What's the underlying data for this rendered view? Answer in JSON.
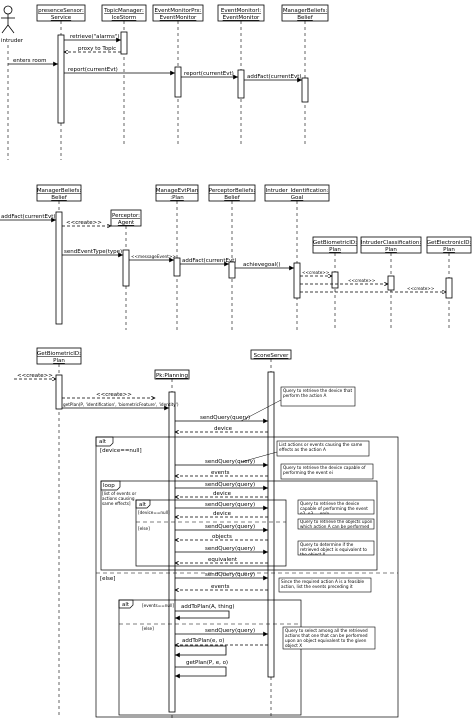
{
  "top": {
    "actor": "intruder",
    "p1_line1": "presenceSensor:",
    "p1_line2": "Service",
    "p2_line1": "TopicManager:",
    "p2_line2": "IceStorm",
    "p3_line1": "EventMonitorPrx:",
    "p3_line2": "EventMonitor",
    "p4_line1": "EventMonitorI:",
    "p4_line2": "EventMonitor",
    "p5_line1": "ManagerBeliefs:",
    "p5_line2": "Belief",
    "m_retrieve": "retrieve(\"alarms\")",
    "m_proxy": "proxy to Topic",
    "m_enters": "enters room",
    "m_report1": "report(currentEvt)",
    "m_report2": "report(currentEvt)",
    "m_addfact": "addFact(currentEvt)"
  },
  "middle": {
    "p1_line1": "ManagerBeliefs:",
    "p1_line2": "Belief",
    "p2_line1": "ManageEvtPlan",
    "p2_line2": ":Plan",
    "p3_line1": "PerceptorBeliefs:",
    "p3_line2": "Belief",
    "p4_line1": "Intruder_Identification:",
    "p4_line2": "Goal",
    "agent_line1": "Perceptor:",
    "agent_line2": "Agent",
    "biometric_line1": "GetBiometricID:",
    "biometric_line2": "Plan",
    "classif_line1": "IntruderClassification:",
    "classif_line2": "Plan",
    "electronic_line1": "GetElectronicID:",
    "electronic_line2": "Plan",
    "m_addfact": "addFact(currentEvt)",
    "m_create_agent": "<<create>>",
    "m_send_event": "sendEventType(type)",
    "m_message": "<<messageEvent>>",
    "m_addfact2": "addFact(currentEvt)",
    "m_achieve": "achievegoal()",
    "m_create1": "<<create>>",
    "m_create2": "<<create>>",
    "m_create3": "<<create>>"
  },
  "bottom": {
    "p1_line1": "GetBiometricID:",
    "p1_line2": "Plan",
    "p2": "Pk:Planning",
    "p3": "SconeServer",
    "m_create_top": "<<create>>",
    "m_create_pk": "<<create>>",
    "m_getplan": "getPlan(P, 'identification', 'biometricFeature', 'identity')",
    "m_sendquery": "sendQuery(query)",
    "m_device": "device",
    "m_events": "events",
    "m_objects": "objects",
    "m_equivalent": "equivalent",
    "m_addtoplan1": "addToPlan(A, thing)",
    "m_addtoplan2": "addToPlan(e, o)",
    "m_getplan2": "getPlan(P, e, o)",
    "alt": "alt",
    "loop": "loop",
    "guard_null": "[device==null]",
    "guard_else": "[else]",
    "guard_loop": "[list of events or actions causing same effects]",
    "guard_inner_null": "[device==null]",
    "guard_inner_else": "[else]",
    "guard_bottom_null": "[events==null]",
    "guard_bottom_else": "[else]",
    "note1": "Query to retrieve the device that perform the action A",
    "note2": "List actions or events causing the same effects as the action A",
    "note3": "Query to retrieve the device capable of performing the event ei",
    "note4": "Query to retrieve the device capable of performing the event e2, e3 ... en/n",
    "note5": "Query to retrieve the objects upon which action A can be performed",
    "note6": "Query to determine if the retrieved object is equivalent to the object X",
    "note7": "Since the required action A is a feasible action, list the events preceding it",
    "note8": "Query to select among all the retrieved actions that one that can be performed upon an object equivalent to the given object X"
  }
}
